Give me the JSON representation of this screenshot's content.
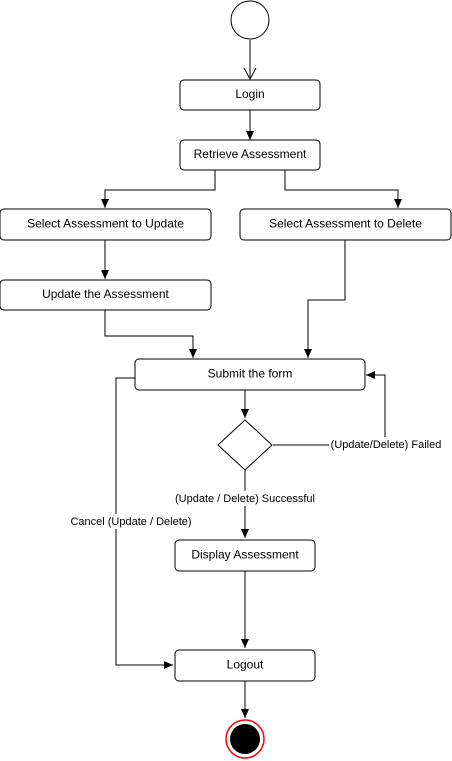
{
  "nodes": {
    "login": "Login",
    "retrieve": "Retrieve Assessment",
    "select_update": "Select Assessment to Update",
    "select_delete": "Select Assessment to Delete",
    "update": "Update the Assessment",
    "submit": "Submit the form",
    "display": "Display Assessment",
    "logout": "Logout"
  },
  "edges": {
    "failed": "(Update/Delete) Failed",
    "successful": "(Update / Delete) Successful",
    "cancel": "Cancel (Update / Delete)"
  },
  "colors": {
    "end_ring": "#ff0000",
    "end_fill": "#000000",
    "stroke": "#000000"
  }
}
